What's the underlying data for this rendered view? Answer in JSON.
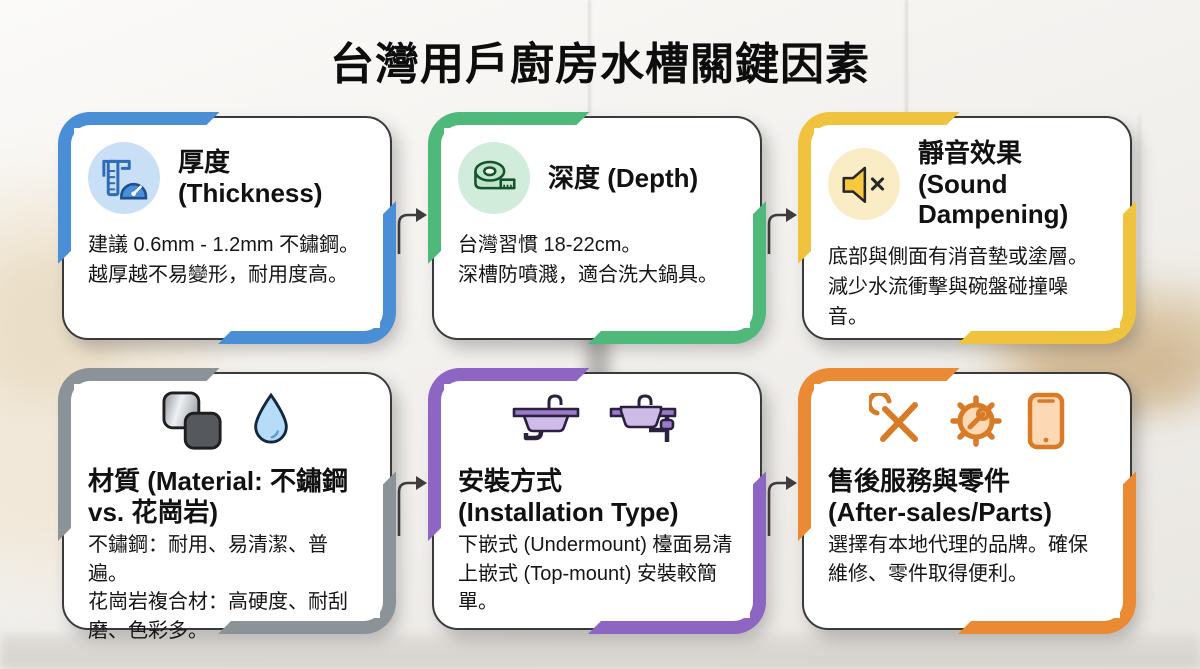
{
  "title": "台灣用戶廚房水槽關鍵因素",
  "cards": [
    {
      "id": "thickness",
      "icon": "caliper-gauge-icon",
      "accent": "#4A8FD6",
      "icon_bg": "#C9DFF5",
      "title": "厚度 (Thickness)",
      "body": [
        "建議 0.6mm - 1.2mm 不鏽鋼。",
        "越厚越不易變形，耐用度高。"
      ]
    },
    {
      "id": "depth",
      "icon": "measuring-tape-icon",
      "accent": "#4EB97B",
      "icon_bg": "#D2ECDC",
      "title": "深度 (Depth)",
      "body": [
        "台灣習慣 18-22cm。",
        "深槽防噴濺，適合洗大鍋具。"
      ]
    },
    {
      "id": "sound-dampening",
      "icon": "muted-speaker-icon",
      "accent": "#F0C33F",
      "icon_bg": "#FAECC4",
      "title": [
        "靜音效果 (Sound",
        "Dampening)"
      ],
      "body": [
        "底部與側面有消音墊或塗層。",
        "減少水流衝擊與碗盤碰撞噪音。"
      ]
    },
    {
      "id": "material",
      "icon": "stainless-granite-water-icons",
      "accent": "#8C9398",
      "icon_bg": "",
      "title": [
        "材質 (Material: 不鏽鋼",
        "vs. 花崗岩)"
      ],
      "body": [
        "不鏽鋼：耐用、易清潔、普遍。",
        "花崗岩複合材：高硬度、耐刮磨、色彩多。"
      ]
    },
    {
      "id": "installation-type",
      "icon": "undermount-topmount-sink-icons",
      "accent": "#8D66C3",
      "icon_bg": "",
      "title": [
        "安裝方式",
        "(Installation Type)"
      ],
      "body": [
        "下嵌式 (Undermount) 檯面易清",
        "上嵌式 (Top-mount) 安裝較簡單。"
      ]
    },
    {
      "id": "after-sales-parts",
      "icon": "tools-gear-phone-icons",
      "accent": "#EB8A35",
      "icon_bg": "",
      "title": [
        "售後服務與零件",
        "(After-sales/Parts)"
      ],
      "body": [
        "選擇有本地代理的品牌。確保維修、零件取得便利。"
      ]
    }
  ],
  "connector": {
    "style": "elbow-right-arrow",
    "color": "#3D3D3D"
  }
}
